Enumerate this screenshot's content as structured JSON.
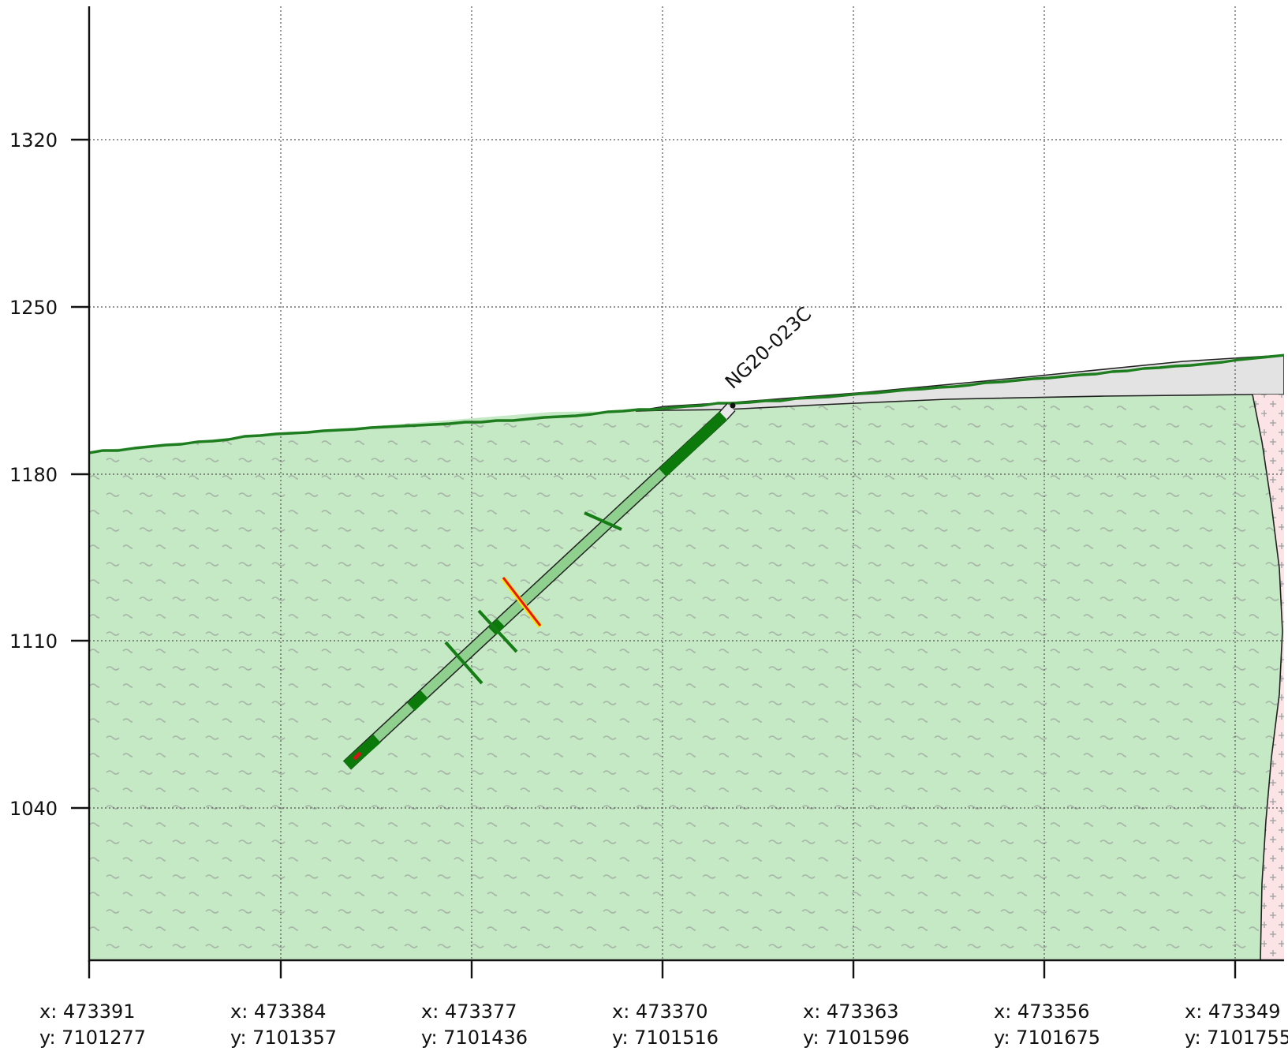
{
  "section": {
    "elevation_labels": [
      "1320",
      "1250",
      "1180",
      "1110",
      "1040"
    ],
    "coordinate_labels": [
      {
        "x": "x: 473391",
        "y": "y: 7101277"
      },
      {
        "x": "x: 473384",
        "y": "y: 7101357"
      },
      {
        "x": "x: 473377",
        "y": "y: 7101436"
      },
      {
        "x": "x: 473370",
        "y": "y: 7101516"
      },
      {
        "x": "x: 473363",
        "y": "y: 7101596"
      },
      {
        "x": "x: 473356",
        "y": "y: 7101675"
      },
      {
        "x": "x: 473349",
        "y": "y: 7101755"
      }
    ],
    "drillhole": {
      "name": "NG20-023C"
    },
    "colors": {
      "host_rock_fill": "#c5e8c5",
      "host_rock_pattern": "#a8b8a8",
      "overburden_fill": "#e3e3e3",
      "intrusive_fill": "#fbe3e6",
      "topography_line": "#1e7d1e",
      "trace_fill": "#8fd08f",
      "interval_dark": "#0b7a0b",
      "structure_tick": "#167d16",
      "fault_red": "#e8141b",
      "fault_yellow": "#ffe600",
      "grid_line": "#555555",
      "axis_line": "#111111"
    }
  }
}
